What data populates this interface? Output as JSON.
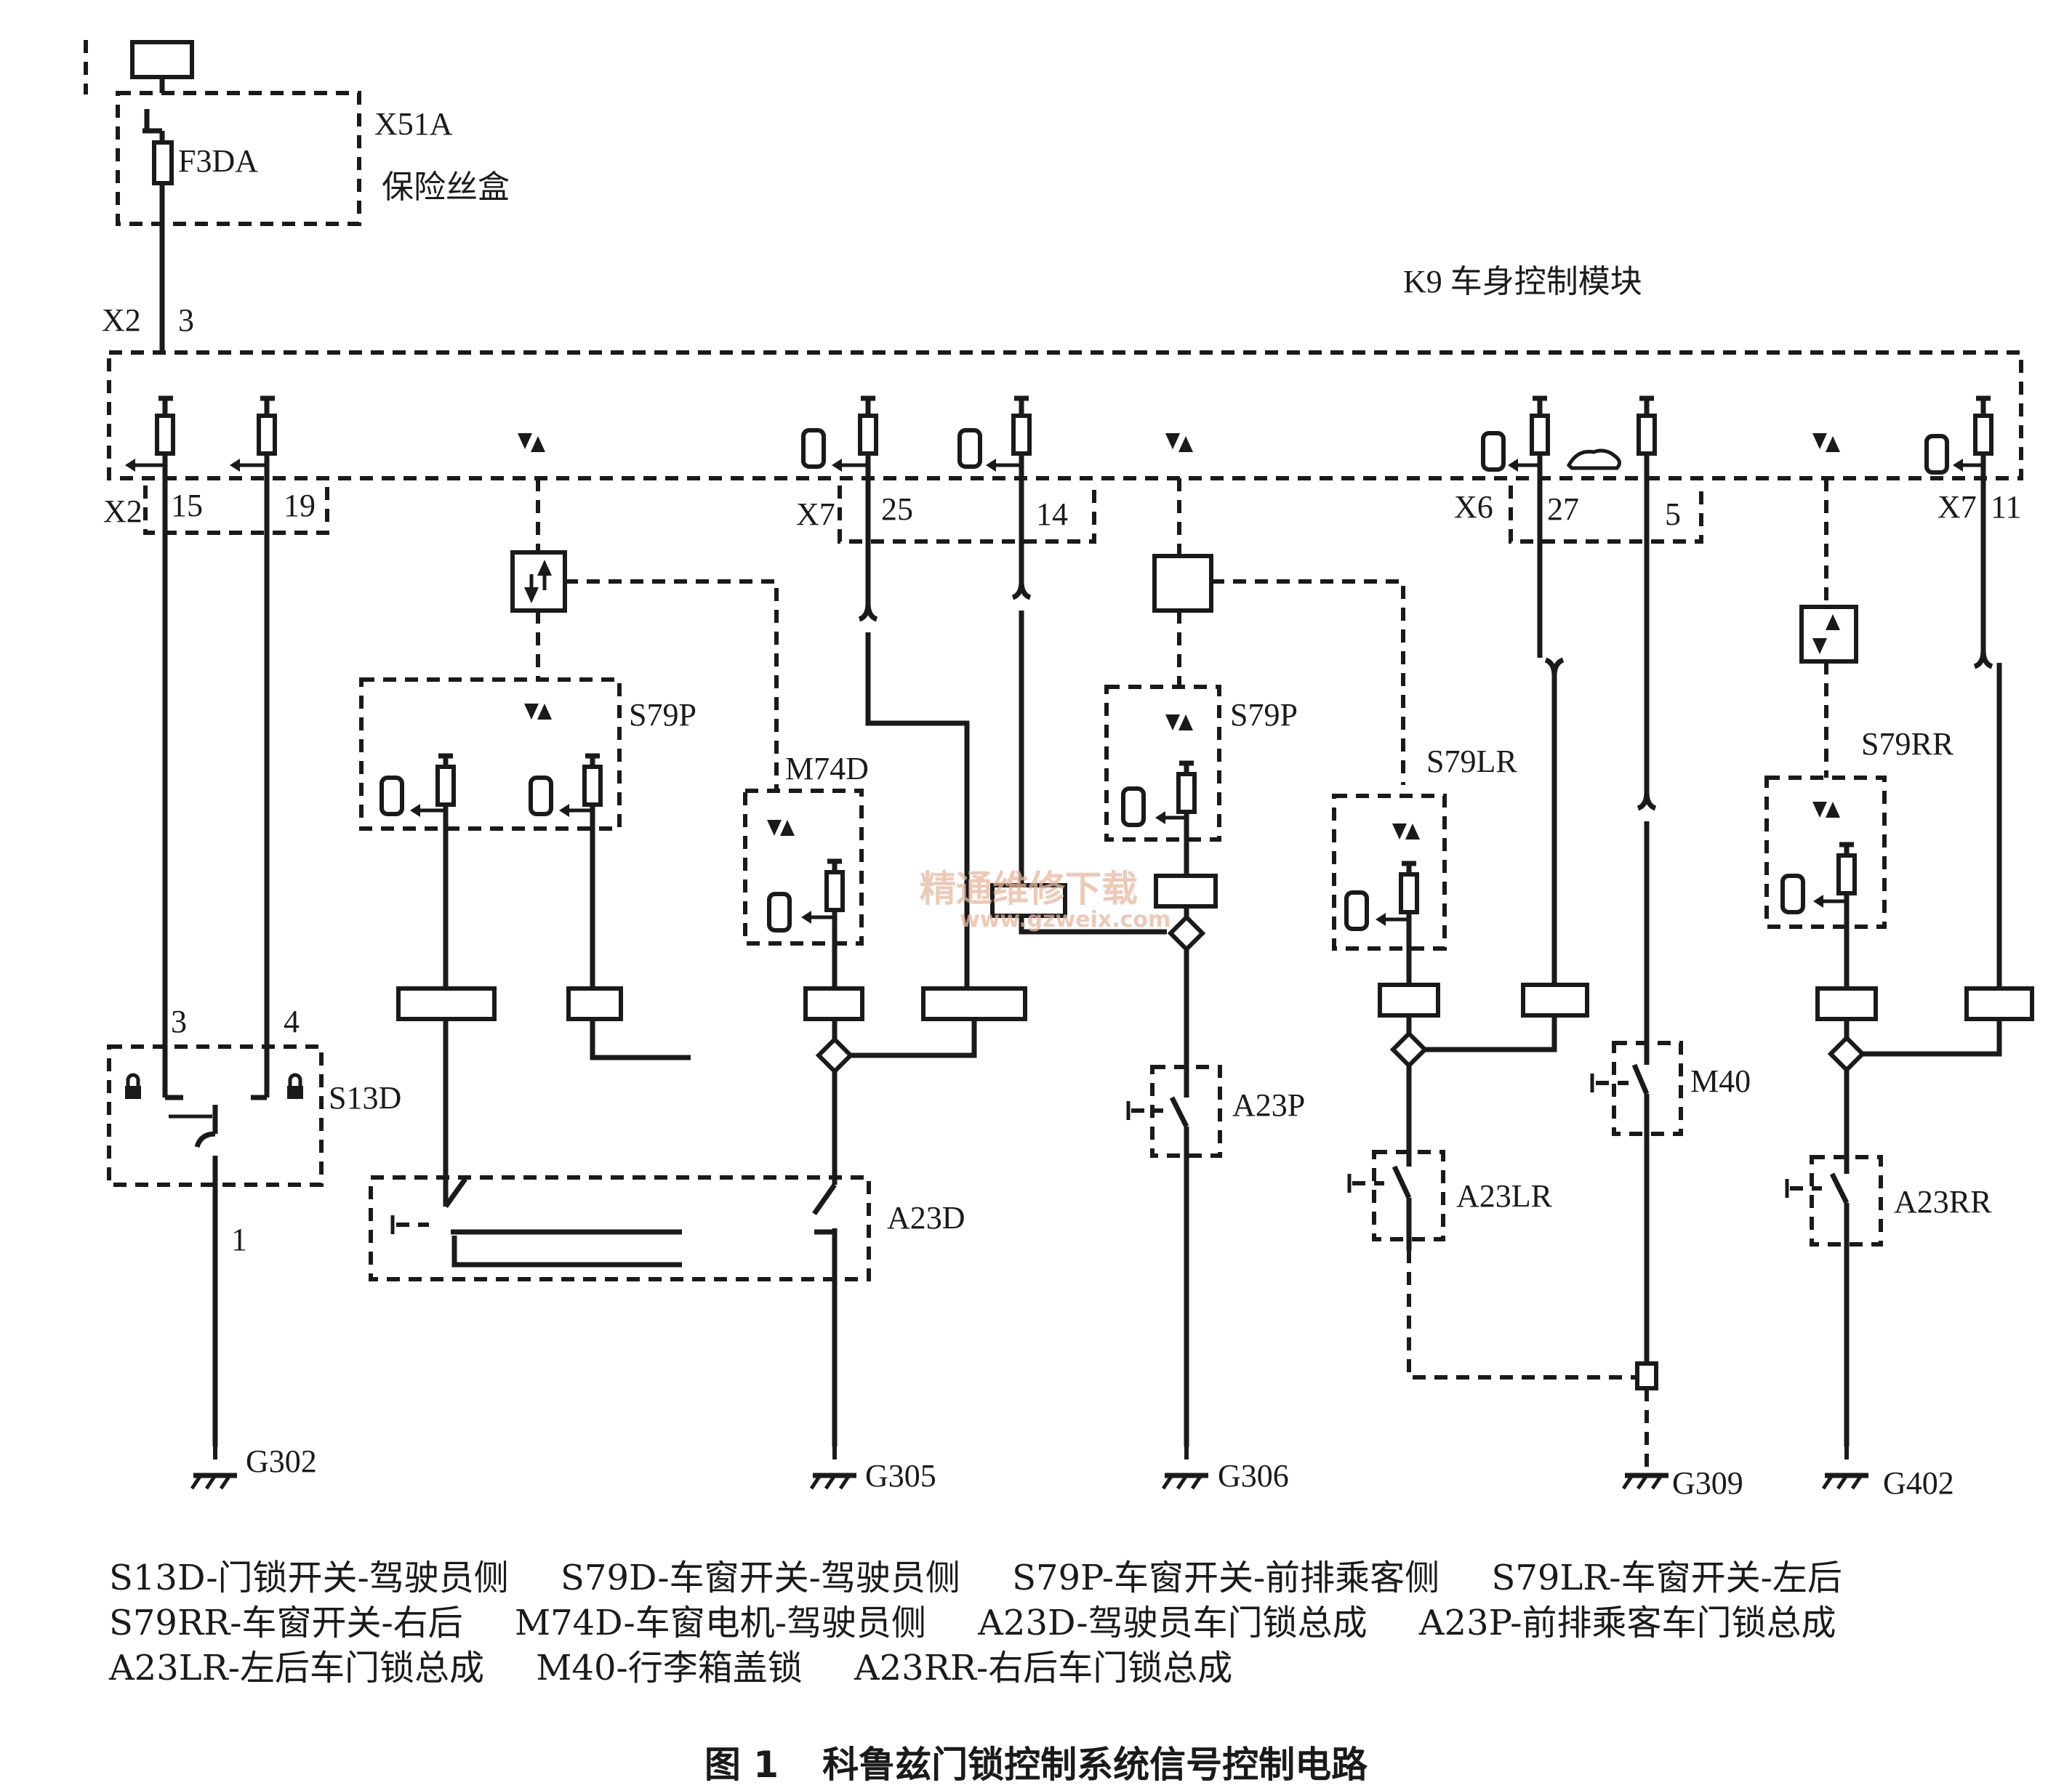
{
  "diagram": {
    "fuse_box_code": "X51A",
    "fuse_box_name": "保险丝盒",
    "fuse": "F3DA",
    "module_title": "K9 车身控制模块",
    "connectors": [
      {
        "name": "X2",
        "pin": "3"
      },
      {
        "name": "X2",
        "pins": [
          "15",
          "19"
        ]
      },
      {
        "name": "X7",
        "pins": [
          "25",
          "14"
        ]
      },
      {
        "name": "X6",
        "pins": [
          "27",
          "5"
        ]
      },
      {
        "name": "X7",
        "pins": [
          "11"
        ]
      }
    ],
    "components": {
      "s79p_left": "S79P",
      "m74d": "M74D",
      "s79p_mid": "S79P",
      "s79lr": "S79LR",
      "s79rr": "S79RR",
      "s13d": "S13D",
      "a23d": "A23D",
      "a23p": "A23P",
      "a23lr": "A23LR",
      "m40": "M40",
      "a23rr": "A23RR"
    },
    "s13d_pins": [
      "3",
      "4",
      "1"
    ],
    "grounds": [
      "G302",
      "G305",
      "G306",
      "G309",
      "G402"
    ],
    "watermark": {
      "cn": "精通维修下载",
      "url": "www.gzweix.com"
    }
  },
  "legend": [
    "S13D-门锁开关-驾驶员侧",
    "S79D-车窗开关-驾驶员侧",
    "S79P-车窗开关-前排乘客侧",
    "S79LR-车窗开关-左后",
    "S79RR-车窗开关-右后",
    "M74D-车窗电机-驾驶员侧",
    "A23D-驾驶员车门锁总成",
    "A23P-前排乘客车门锁总成",
    "A23LR-左后车门锁总成",
    "M40-行李箱盖锁",
    "A23RR-右后车门锁总成"
  ],
  "caption": {
    "figure": "图 1",
    "title": "科鲁兹门锁控制系统信号控制电路"
  }
}
